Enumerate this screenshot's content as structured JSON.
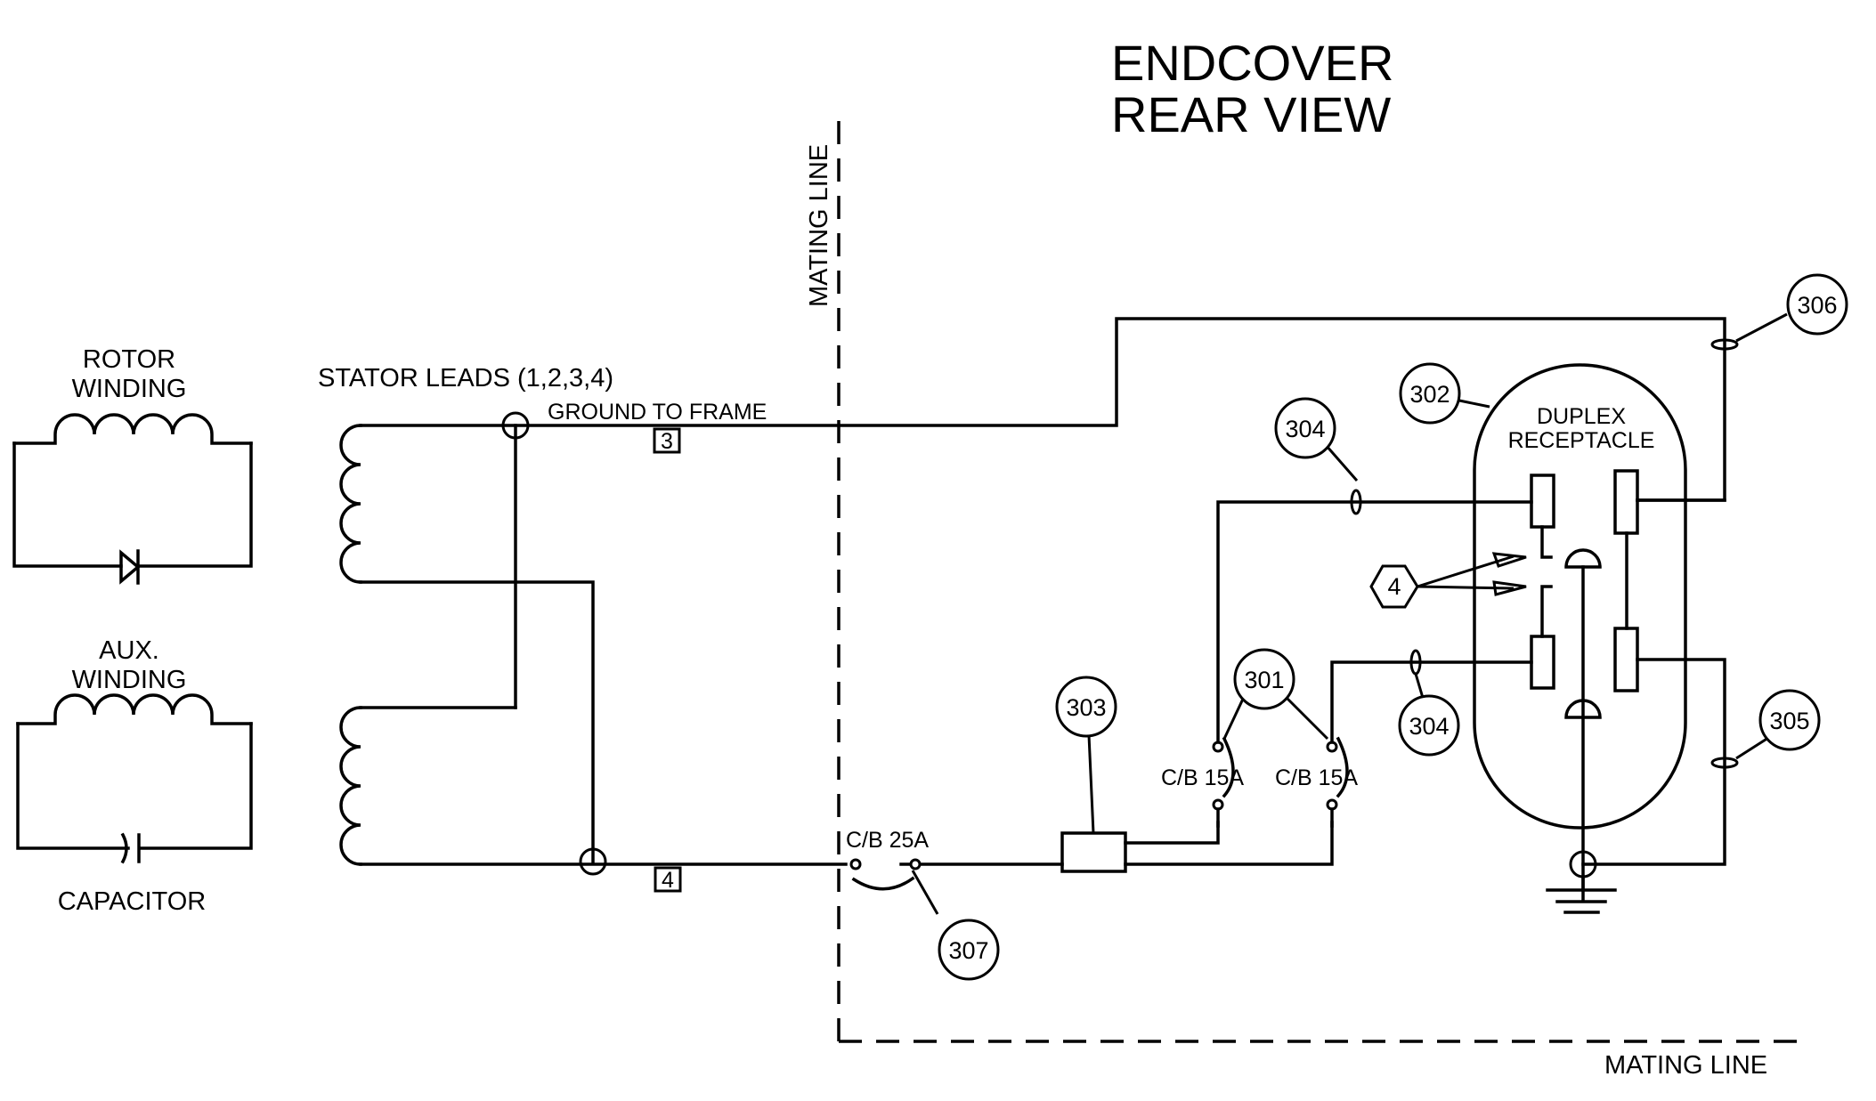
{
  "title": {
    "line1": "ENDCOVER",
    "line2": "REAR VIEW"
  },
  "rotor": {
    "label_line1": "ROTOR",
    "label_line2": "WINDING",
    "component": "diode"
  },
  "aux": {
    "label_line1": "AUX.",
    "label_line2": "WINDING",
    "component_label": "CAPACITOR"
  },
  "stator": {
    "label": "STATOR LEADS (1,2,3,4)",
    "ground_label": "GROUND TO FRAME",
    "lead_3": "3",
    "lead_4": "4"
  },
  "mating_line": {
    "vertical_label": "MATING LINE",
    "horizontal_label": "MATING LINE"
  },
  "breakers": {
    "main": "C/B 25A",
    "left": "C/B 15A",
    "right": "C/B 15A"
  },
  "receptacle": {
    "label_line1": "DUPLEX",
    "label_line2": "RECEPTACLE",
    "hex_ref": "4"
  },
  "callouts": {
    "c301": "301",
    "c302": "302",
    "c303": "303",
    "c304_top": "304",
    "c304_bottom": "304",
    "c305": "305",
    "c306": "306",
    "c307": "307"
  },
  "symbols": {
    "ground": "ground-icon",
    "diode": "diode-icon",
    "capacitor": "capacitor-icon",
    "inductor": "inductor-icon"
  },
  "colors": {
    "ink": "#000000",
    "paper": "#ffffff"
  }
}
